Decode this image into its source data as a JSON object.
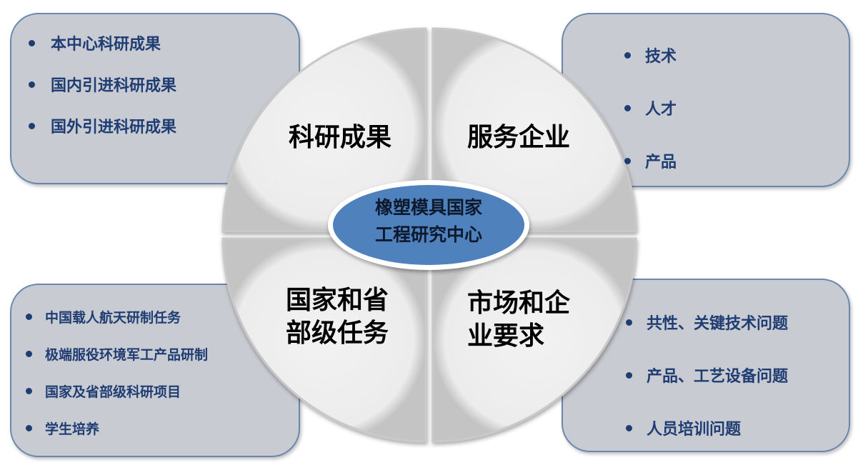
{
  "center": {
    "line1": "橡塑模具国家",
    "line2": "工程研究中心"
  },
  "quadrants": {
    "top_left": "科研成果",
    "top_right": "服务企业",
    "bottom_left": {
      "line1": "国家和省",
      "line2": "部级任务"
    },
    "bottom_right": {
      "line1": "市场和企",
      "line2": "业要求"
    }
  },
  "boxes": {
    "top_left": [
      "本中心科研成果",
      "国内引进科研成果",
      "国外引进科研成果"
    ],
    "top_right": [
      "技术",
      "人才",
      "产品"
    ],
    "bottom_left": [
      "中国载人航天研制任务",
      "极端服役环境军工产品研制",
      "国家及省部级科研项目",
      "学生培养"
    ],
    "bottom_right": [
      "共性、关键技术问题",
      "产品、工艺设备问题",
      "人员培训问题"
    ]
  },
  "colors": {
    "box_fill": "#c8cbd1",
    "box_border": "#6a87ad",
    "box_text": "#1f3d73",
    "center_fill": "#4f81bd"
  }
}
